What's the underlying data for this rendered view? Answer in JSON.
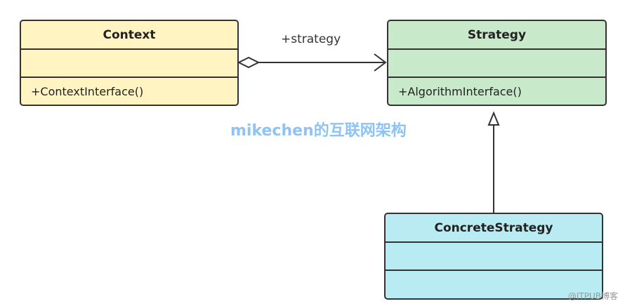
{
  "diagram": {
    "classes": {
      "context": {
        "name": "Context",
        "attributes": "",
        "operations": "+ContextInterface()",
        "color": "#fff4c2"
      },
      "strategy": {
        "name": "Strategy",
        "attributes": "",
        "operations": "+AlgorithmInterface()",
        "color": "#c9e9cb"
      },
      "concrete_strategy": {
        "name": "ConcreteStrategy",
        "attributes": "",
        "operations": "",
        "color": "#b8ebf2"
      }
    },
    "relations": {
      "aggregation": {
        "from": "Context",
        "to": "Strategy",
        "label": "+strategy"
      },
      "generalization": {
        "from": "ConcreteStrategy",
        "to": "Strategy"
      }
    },
    "watermark": "mikechen的互联网架构",
    "corner_mark": "@ITPUB博客"
  }
}
